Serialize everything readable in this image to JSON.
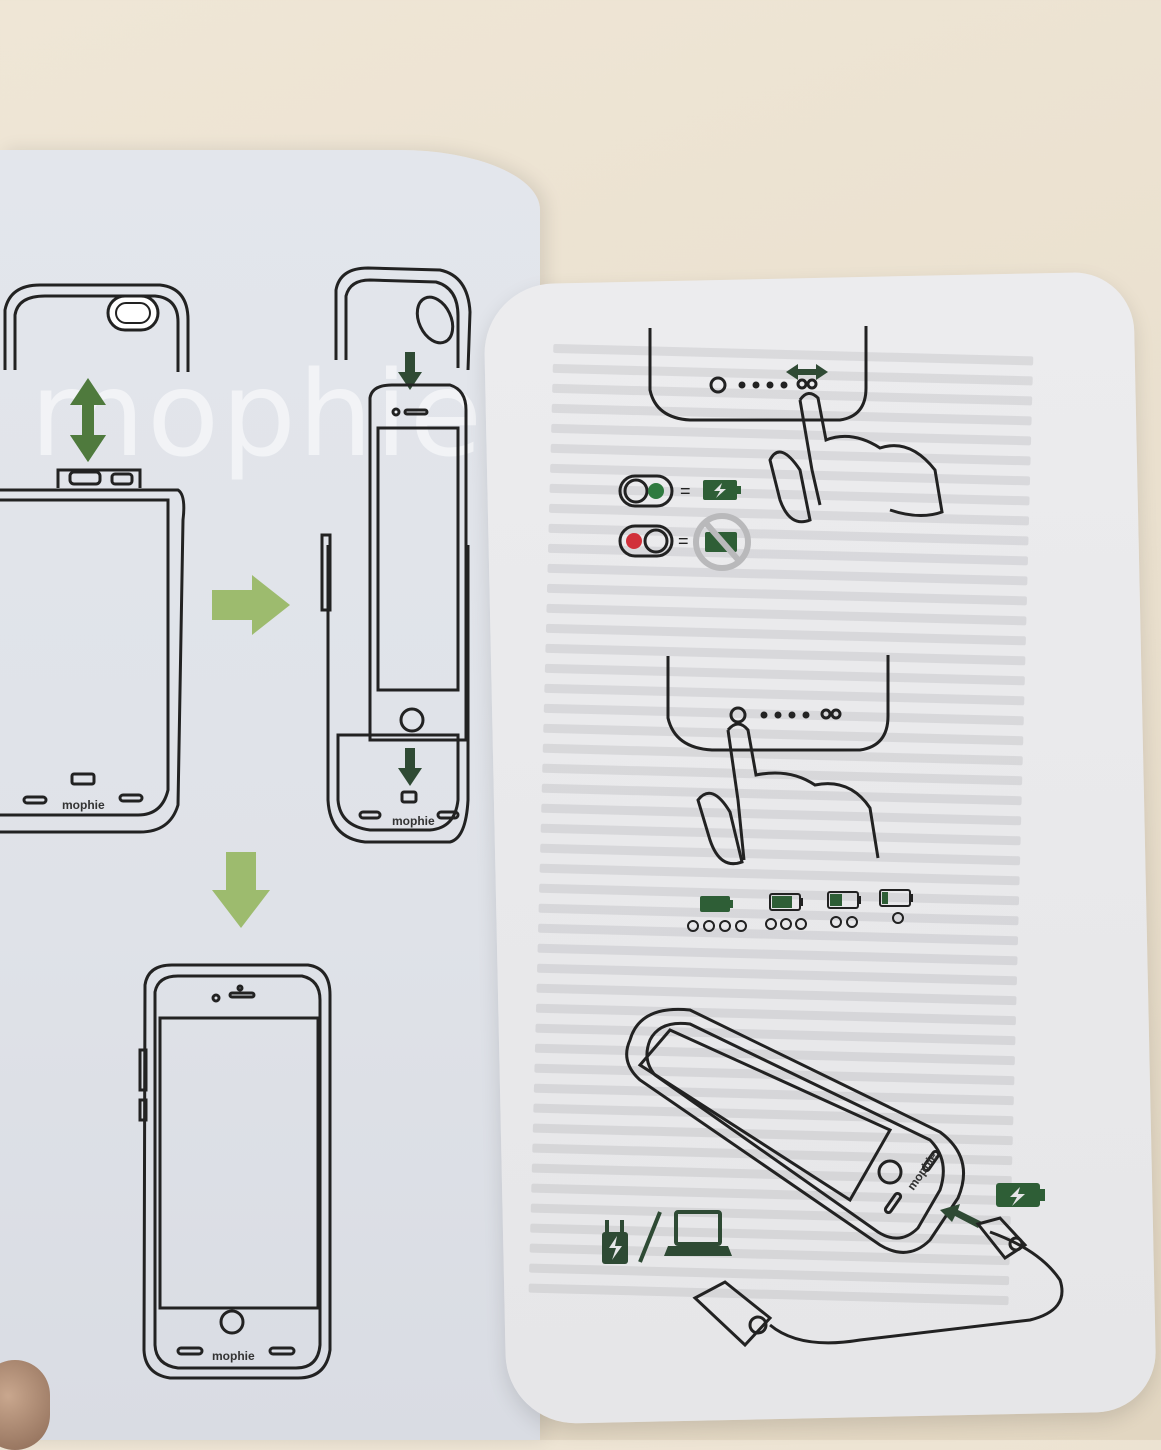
{
  "left_page": {
    "watermark_text": "mophie",
    "case_brand_label_1": "mophie",
    "case_brand_label_2": "mophie",
    "case_brand_label_3": "mophie"
  },
  "right_page": {
    "case_brand_label": "mophie"
  },
  "colors": {
    "arrow_green": "#9dbb6e",
    "dark_arrow": "#2f4a34",
    "battery_green": "#2e5e36",
    "led_green": "#2f7a3f",
    "led_red": "#d1303a"
  },
  "icons": [
    "double-vertical-arrow-icon",
    "green-right-arrow-icon",
    "green-down-arrow-icon",
    "battery-charged-icon",
    "battery-no-charge-icon",
    "wall-plug-icon",
    "laptop-icon",
    "usb-cable-icon",
    "finger-press-icon"
  ]
}
